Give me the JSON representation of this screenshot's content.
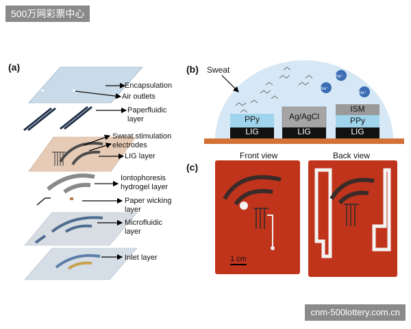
{
  "watermark_top": "500万网彩票中心",
  "watermark_bottom": "cnm-500lottery.com.cn",
  "panel_a": {
    "label": "(a)",
    "layers": [
      {
        "text": "Encapsulation"
      },
      {
        "text": "Air outlets"
      },
      {
        "text": "Paperfluidic\nlayer"
      },
      {
        "text": "Sweat stimulation\nelectrodes"
      },
      {
        "text": "LIG layer"
      },
      {
        "text": "Iontophoresis\nhydrogel layer"
      },
      {
        "text": "Paper wicking\nlayer"
      },
      {
        "text": "Microfluidic\nlayer"
      },
      {
        "text": "Inlet layer"
      }
    ]
  },
  "panel_b": {
    "label": "(b)",
    "sweat": "Sweat",
    "ion": "Na⁺",
    "electrodes": [
      {
        "top": "PPy",
        "base": "LIG"
      },
      {
        "top": "Ag/AgCl",
        "base": "LIG"
      },
      {
        "top": "ISM",
        "mid": "PPy",
        "base": "LIG"
      }
    ]
  },
  "panel_c": {
    "label": "(c)",
    "front": "Front view",
    "back": "Back view",
    "scale": "1 cm"
  },
  "colors": {
    "encap": "#c9dbe8",
    "dark_blue": "#1f2f4a",
    "tan": "#e6cbb6",
    "gray": "#7c7c7c",
    "red_board": "#c0341c",
    "orange_base": "#d27236",
    "dome": "#d6e8f5",
    "lig_black": "#111111",
    "ppy_blue": "#9fd4ec"
  }
}
